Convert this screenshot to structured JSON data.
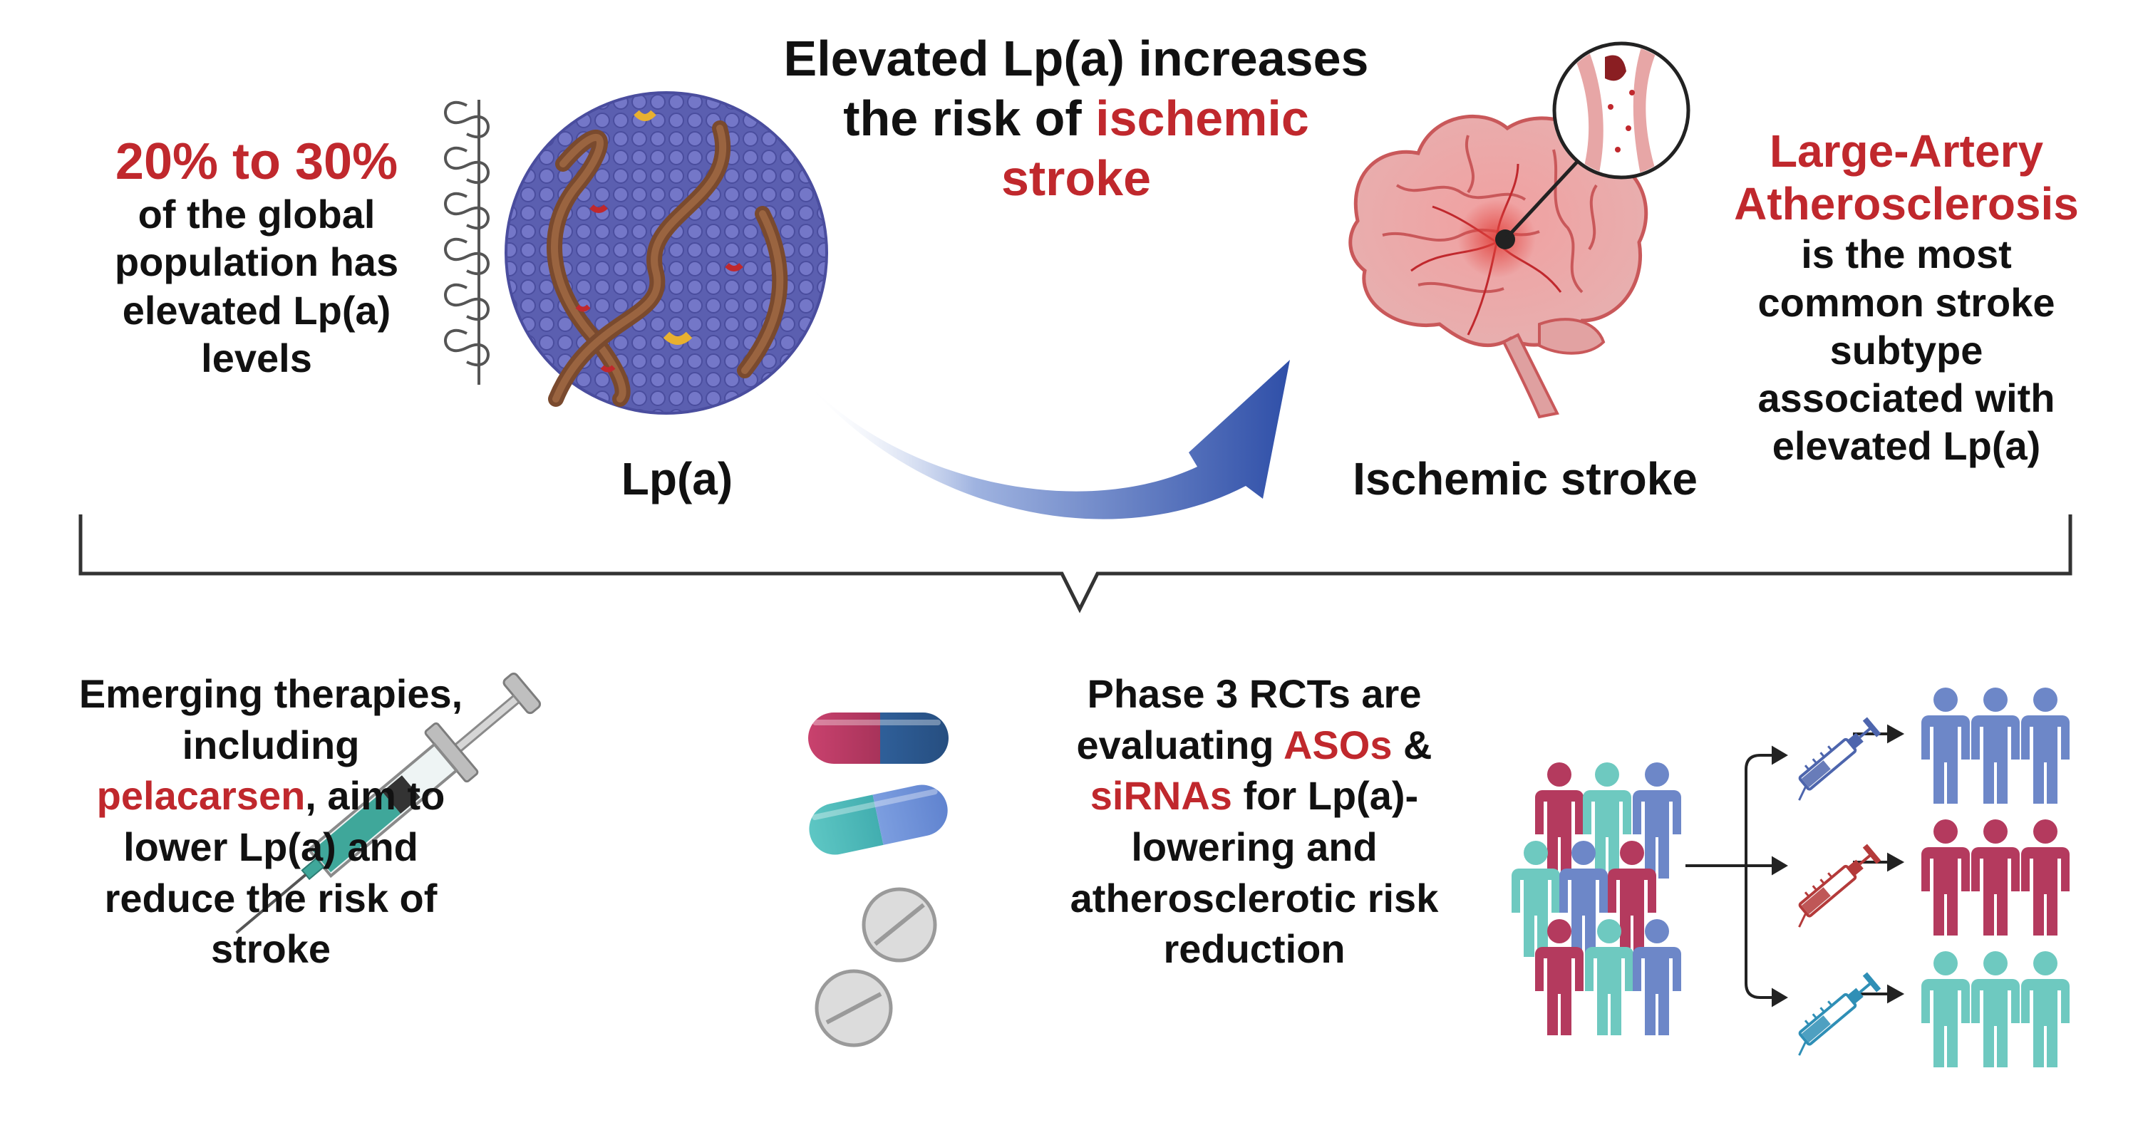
{
  "headline": {
    "line1": "Elevated Lp(a) increases",
    "line2_prefix": "the risk of ",
    "line2_highlight": "ischemic",
    "line3_highlight": "stroke"
  },
  "prevalence": {
    "highlight": "20% to 30%",
    "line1": "of the global",
    "line2": "population has",
    "line3": "elevated Lp(a)",
    "line4": "levels"
  },
  "lpa_label": "Lp(a)",
  "stroke_label": "Ischemic stroke",
  "subtype": {
    "highlight1": "Large-Artery",
    "highlight2": "Atherosclerosis",
    "line1": "is the most",
    "line2": "common stroke",
    "line3": "subtype",
    "line4": "associated with",
    "line5": "elevated Lp(a)"
  },
  "therapies": {
    "line1": "Emerging therapies,",
    "line2": "including",
    "highlight": "pelacarsen",
    "line3_suffix": ", aim to",
    "line4": "lower Lp(a) and",
    "line5": "reduce the risk of",
    "line6": "stroke"
  },
  "trials": {
    "line1": "Phase 3 RCTs are",
    "line2_prefix": "evaluating ",
    "highlight1": "ASOs",
    "line2_suffix": " &",
    "highlight2": "siRNAs",
    "line3_suffix": " for Lp(a)-",
    "line4": "lowering and",
    "line5": "atherosclerotic risk",
    "line6": "reduction"
  },
  "colors": {
    "highlight_red": "#c0282d",
    "particle_blue": "#5b5fb0",
    "arrow_blue": "#3f5fb5",
    "person_red": "#b43a5e",
    "person_teal": "#6ec9c0",
    "person_blue": "#6d87c8",
    "brain_pink": "#e8a3a3"
  },
  "icons": [
    "lpa-particle-icon",
    "apoa-kringle-icon",
    "curved-arrow-icon",
    "brain-icon",
    "artery-occlusion-icon",
    "syringe-icon",
    "capsule-icon",
    "tablet-icon",
    "people-group-icon",
    "person-icon"
  ]
}
